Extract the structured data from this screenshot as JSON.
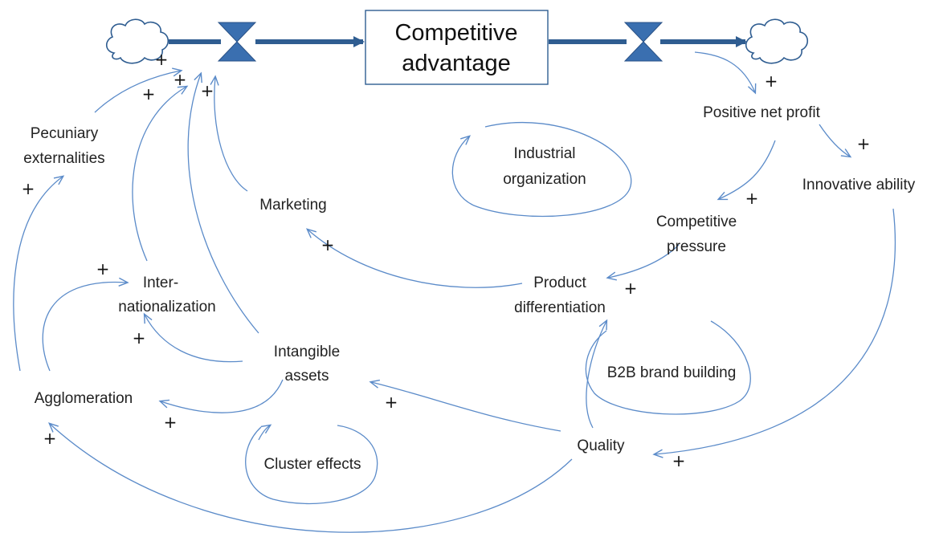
{
  "stock": {
    "line1": "Competitive",
    "line2": "advantage"
  },
  "variables": {
    "pecuniary_1": "Pecuniary",
    "pecuniary_2": "externalities",
    "marketing": "Marketing",
    "industrial_1": "Industrial",
    "industrial_2": "organization",
    "positive_net_profit": "Positive net profit",
    "innovative_ability": "Innovative ability",
    "competitive_pressure_1": "Competitive",
    "competitive_pressure_2": "pressure",
    "inter_1": "Inter-",
    "inter_2": "nationalization",
    "product_diff_1": "Product",
    "product_diff_2": "differentiation",
    "intangible_1": "Intangible",
    "intangible_2": "assets",
    "b2b": "B2B brand building",
    "agglomeration": "Agglomeration",
    "quality": "Quality",
    "cluster": "Cluster effects"
  },
  "polarity": "+",
  "colors": {
    "link": "#5b8bc9",
    "pipe": "#2f5d91",
    "valve": "#3a6fb0"
  }
}
